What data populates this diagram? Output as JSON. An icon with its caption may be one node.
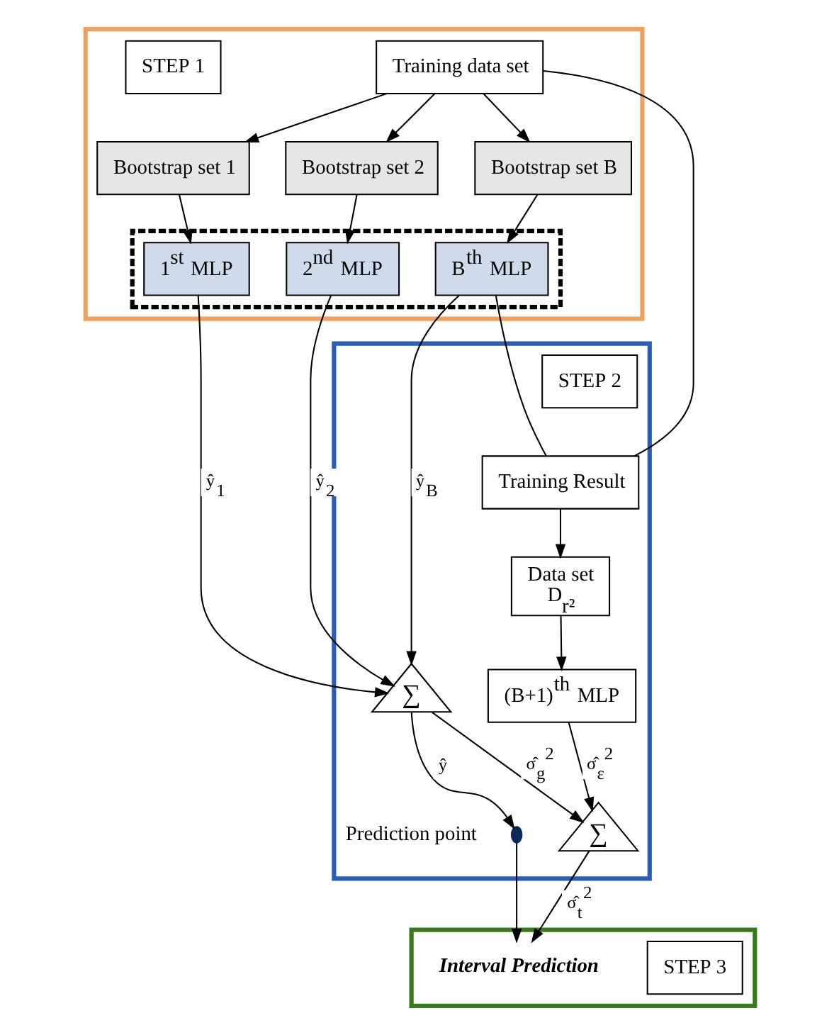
{
  "diagram": {
    "nodes": [
      {
        "text": [],
        "shape": "box"
      },
      {
        "text": [
          "STEP 1"
        ],
        "in": 0
      },
      {
        "text": [
          "Training data set"
        ],
        "in": 0
      },
      {
        "text": [
          "Bootstrap set 1"
        ],
        "in": 0
      },
      {
        "text": [
          "Bootstrap set 2"
        ],
        "in": 0
      },
      {
        "text": [
          "Bootstrap set B"
        ],
        "in": 0
      },
      {
        "text": [],
        "shape": "box",
        "in": 0
      },
      {
        "text": [
          "1$^{st}$ MLP"
        ],
        "in": 6
      },
      {
        "text": [
          "2$^{nd}$ MLP"
        ],
        "in": 6
      },
      {
        "text": [
          "B$^{th}$ MLP"
        ],
        "in": 6
      },
      {
        "text": [],
        "shape": "box"
      },
      {
        "text": [
          "STEP 2"
        ],
        "in": 10
      },
      {
        "text": [],
        "shape": "circle",
        "beside": [
          "Prediction point"
        ],
        "in": 10
      },
      {
        "text": [
          "∑"
        ],
        "in": 10
      },
      {
        "text": [
          "Training Result"
        ],
        "in": 10
      },
      {
        "text": [
          "Data set",
          "D$_{r²}$"
        ],
        "in": 10
      },
      {
        "text": [
          "(B+1)$^{th}$ MLP"
        ],
        "in": 10
      },
      {
        "text": [
          "∑"
        ],
        "in": 10
      },
      {
        "text": [],
        "shape": "box"
      },
      {
        "text": [
          "STEP 3"
        ],
        "in": 18
      },
      {
        "text": [
          "Interval Prediction"
        ],
        "in": 18
      }
    ],
    "edges": [
      {
        "from": 2,
        "to": 3,
        "arrow": "to"
      },
      {
        "from": 2,
        "to": 4,
        "arrow": "to"
      },
      {
        "from": 2,
        "to": 5,
        "arrow": "to"
      },
      {
        "from": 3,
        "to": 7,
        "arrow": "to"
      },
      {
        "from": 4,
        "to": 8,
        "arrow": "to"
      },
      {
        "from": 5,
        "to": 9,
        "arrow": "to"
      },
      {
        "from": 7,
        "to": 13,
        "arrow": "to",
        "label": "ŷ$_{1}$"
      },
      {
        "from": 8,
        "to": 13,
        "arrow": "to",
        "label": "ŷ$_{2}$"
      },
      {
        "from": 9,
        "to": 13,
        "arrow": "to",
        "label": "ŷ$_{B}$"
      },
      {
        "from": 2,
        "to": 14,
        "arrow": "none"
      },
      {
        "from": 9,
        "to": 14,
        "arrow": "none"
      },
      {
        "from": 14,
        "to": 15,
        "arrow": "to"
      },
      {
        "from": 15,
        "to": 16,
        "arrow": "to"
      },
      {
        "from": 13,
        "to": 12,
        "arrow": "to",
        "label": "ŷ"
      },
      {
        "from": 13,
        "to": 17,
        "arrow": "to",
        "label": "σ̂$_{g}$$^{2}$"
      },
      {
        "from": 16,
        "to": 17,
        "arrow": "to",
        "label": "σ̂$_{ε}$$^{2}$"
      },
      {
        "from": 12,
        "to": 20,
        "arrow": "to"
      },
      {
        "from": 17,
        "to": 20,
        "arrow": "to",
        "label": "σ̂$_{t}$$^{2}$"
      }
    ]
  }
}
